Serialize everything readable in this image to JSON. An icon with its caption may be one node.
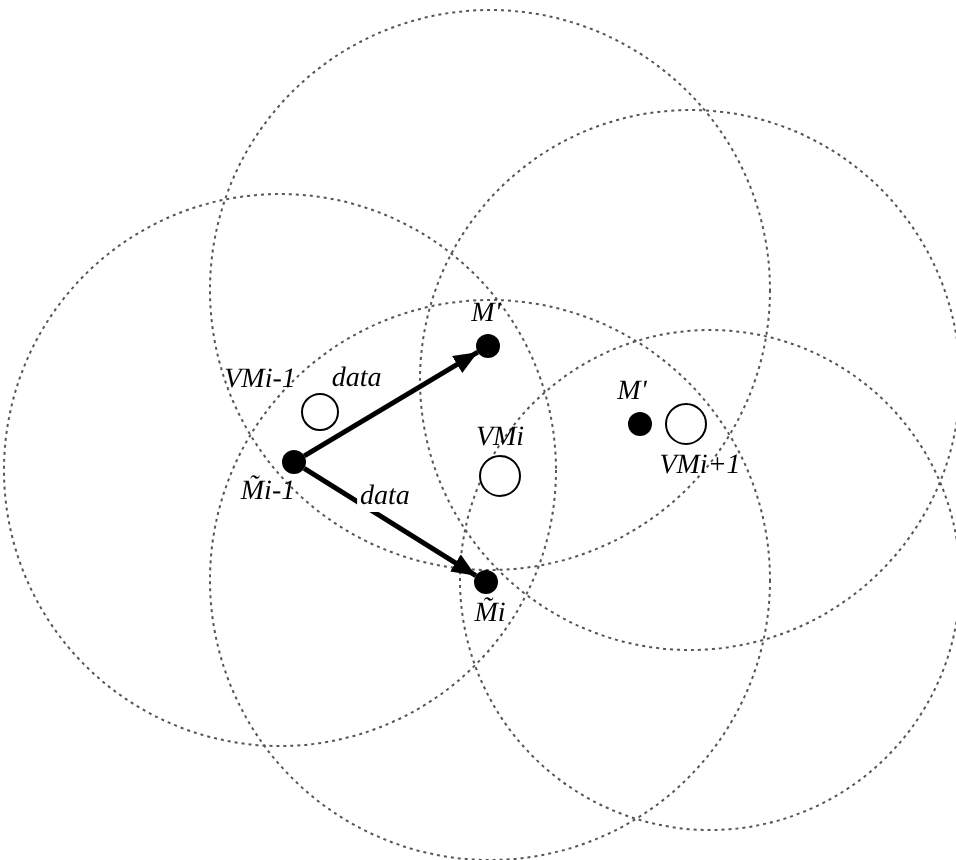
{
  "diagram": {
    "nodes": [
      {
        "text": [
          "M'"
        ]
      },
      {
        "text": [
          "VMi-1"
        ]
      },
      {
        "text": [
          "M'"
        ]
      },
      {
        "text": [
          "VMi+1"
        ]
      },
      {
        "text": [
          "VMi"
        ]
      },
      {
        "text": [
          "M̃i-1"
        ]
      },
      {
        "text": [
          "M̃i"
        ]
      }
    ],
    "edges": [
      {
        "from": 5,
        "to": 0,
        "arrow": "to",
        "label": "data"
      },
      {
        "from": 5,
        "to": 6,
        "arrow": "to",
        "label": "data"
      }
    ]
  }
}
